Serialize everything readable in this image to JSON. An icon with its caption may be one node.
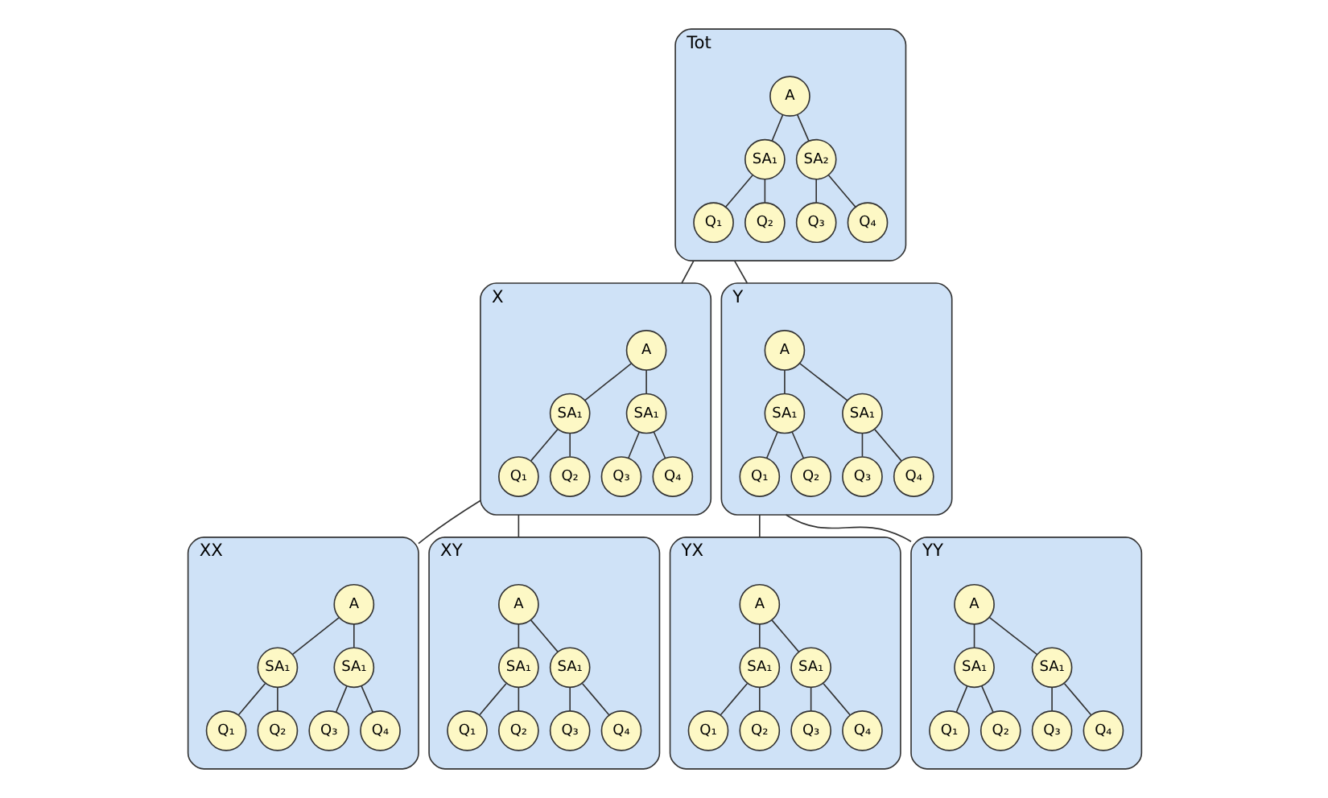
{
  "diagram": {
    "nodes": [
      {
        "text": [
          "Tot"
        ]
      },
      {
        "text": [
          "A"
        ],
        "in": 0
      },
      {
        "text": [
          "SA₁"
        ],
        "in": 0
      },
      {
        "text": [
          "SA₂"
        ],
        "in": 0
      },
      {
        "text": [
          "Q₁"
        ],
        "in": 0
      },
      {
        "text": [
          "Q₂"
        ],
        "in": 0
      },
      {
        "text": [
          "Q₃"
        ],
        "in": 0
      },
      {
        "text": [
          "Q₄"
        ],
        "in": 0
      },
      {
        "text": [
          "X"
        ]
      },
      {
        "text": [
          "A"
        ],
        "in": 8
      },
      {
        "text": [
          "SA₁"
        ],
        "in": 8
      },
      {
        "text": [
          "SA₁"
        ],
        "in": 8
      },
      {
        "text": [
          "Q₁"
        ],
        "in": 8
      },
      {
        "text": [
          "Q₂"
        ],
        "in": 8
      },
      {
        "text": [
          "Q₃"
        ],
        "in": 8
      },
      {
        "text": [
          "Q₄"
        ],
        "in": 8
      },
      {
        "text": [
          "Y"
        ]
      },
      {
        "text": [
          "A"
        ],
        "in": 16
      },
      {
        "text": [
          "SA₁"
        ],
        "in": 16
      },
      {
        "text": [
          "SA₁"
        ],
        "in": 16
      },
      {
        "text": [
          "Q₁"
        ],
        "in": 16
      },
      {
        "text": [
          "Q₂"
        ],
        "in": 16
      },
      {
        "text": [
          "Q₃"
        ],
        "in": 16
      },
      {
        "text": [
          "Q₄"
        ],
        "in": 16
      },
      {
        "text": [
          "XX"
        ]
      },
      {
        "text": [
          "A"
        ],
        "in": 24
      },
      {
        "text": [
          "SA₁"
        ],
        "in": 24
      },
      {
        "text": [
          "SA₁"
        ],
        "in": 24
      },
      {
        "text": [
          "Q₁"
        ],
        "in": 24
      },
      {
        "text": [
          "Q₂"
        ],
        "in": 24
      },
      {
        "text": [
          "Q₃"
        ],
        "in": 24
      },
      {
        "text": [
          "Q₄"
        ],
        "in": 24
      },
      {
        "text": [
          "XY"
        ]
      },
      {
        "text": [
          "A"
        ],
        "in": 32
      },
      {
        "text": [
          "SA₁"
        ],
        "in": 32
      },
      {
        "text": [
          "SA₁"
        ],
        "in": 32
      },
      {
        "text": [
          "Q₁"
        ],
        "in": 32
      },
      {
        "text": [
          "Q₂"
        ],
        "in": 32
      },
      {
        "text": [
          "Q₃"
        ],
        "in": 32
      },
      {
        "text": [
          "Q₄"
        ],
        "in": 32
      },
      {
        "text": [
          "YX"
        ]
      },
      {
        "text": [
          "A"
        ],
        "in": 40
      },
      {
        "text": [
          "SA₁"
        ],
        "in": 40
      },
      {
        "text": [
          "SA₁"
        ],
        "in": 40
      },
      {
        "text": [
          "Q₁"
        ],
        "in": 40
      },
      {
        "text": [
          "Q₂"
        ],
        "in": 40
      },
      {
        "text": [
          "Q₃"
        ],
        "in": 40
      },
      {
        "text": [
          "Q₄"
        ],
        "in": 40
      },
      {
        "text": [
          "YY"
        ]
      },
      {
        "text": [
          "A"
        ],
        "in": 48
      },
      {
        "text": [
          "SA₁"
        ],
        "in": 48
      },
      {
        "text": [
          "SA₁"
        ],
        "in": 48
      },
      {
        "text": [
          "Q₁"
        ],
        "in": 48
      },
      {
        "text": [
          "Q₂"
        ],
        "in": 48
      },
      {
        "text": [
          "Q₃"
        ],
        "in": 48
      },
      {
        "text": [
          "Q₄"
        ],
        "in": 48
      }
    ],
    "edges": [
      {
        "from": 1,
        "to": 2,
        "arrow": "none"
      },
      {
        "from": 1,
        "to": 3,
        "arrow": "none"
      },
      {
        "from": 2,
        "to": 4,
        "arrow": "none"
      },
      {
        "from": 2,
        "to": 5,
        "arrow": "none"
      },
      {
        "from": 3,
        "to": 6,
        "arrow": "none"
      },
      {
        "from": 3,
        "to": 7,
        "arrow": "none"
      },
      {
        "from": 0,
        "to": 8,
        "arrow": "none"
      },
      {
        "from": 0,
        "to": 16,
        "arrow": "none"
      },
      {
        "from": 9,
        "to": 10,
        "arrow": "none"
      },
      {
        "from": 9,
        "to": 11,
        "arrow": "none"
      },
      {
        "from": 10,
        "to": 12,
        "arrow": "none"
      },
      {
        "from": 10,
        "to": 13,
        "arrow": "none"
      },
      {
        "from": 11,
        "to": 14,
        "arrow": "none"
      },
      {
        "from": 11,
        "to": 15,
        "arrow": "none"
      },
      {
        "from": 17,
        "to": 18,
        "arrow": "none"
      },
      {
        "from": 17,
        "to": 19,
        "arrow": "none"
      },
      {
        "from": 18,
        "to": 20,
        "arrow": "none"
      },
      {
        "from": 18,
        "to": 21,
        "arrow": "none"
      },
      {
        "from": 19,
        "to": 22,
        "arrow": "none"
      },
      {
        "from": 19,
        "to": 23,
        "arrow": "none"
      },
      {
        "from": 8,
        "to": 24,
        "arrow": "none"
      },
      {
        "from": 8,
        "to": 32,
        "arrow": "none"
      },
      {
        "from": 16,
        "to": 40,
        "arrow": "none"
      },
      {
        "from": 16,
        "to": 48,
        "arrow": "none"
      },
      {
        "from": 25,
        "to": 26,
        "arrow": "none"
      },
      {
        "from": 25,
        "to": 27,
        "arrow": "none"
      },
      {
        "from": 26,
        "to": 28,
        "arrow": "none"
      },
      {
        "from": 26,
        "to": 29,
        "arrow": "none"
      },
      {
        "from": 27,
        "to": 30,
        "arrow": "none"
      },
      {
        "from": 27,
        "to": 31,
        "arrow": "none"
      },
      {
        "from": 33,
        "to": 34,
        "arrow": "none"
      },
      {
        "from": 33,
        "to": 35,
        "arrow": "none"
      },
      {
        "from": 34,
        "to": 36,
        "arrow": "none"
      },
      {
        "from": 34,
        "to": 37,
        "arrow": "none"
      },
      {
        "from": 35,
        "to": 38,
        "arrow": "none"
      },
      {
        "from": 35,
        "to": 39,
        "arrow": "none"
      },
      {
        "from": 41,
        "to": 42,
        "arrow": "none"
      },
      {
        "from": 41,
        "to": 43,
        "arrow": "none"
      },
      {
        "from": 42,
        "to": 44,
        "arrow": "none"
      },
      {
        "from": 42,
        "to": 45,
        "arrow": "none"
      },
      {
        "from": 43,
        "to": 46,
        "arrow": "none"
      },
      {
        "from": 43,
        "to": 47,
        "arrow": "none"
      },
      {
        "from": 49,
        "to": 50,
        "arrow": "none"
      },
      {
        "from": 49,
        "to": 51,
        "arrow": "none"
      },
      {
        "from": 50,
        "to": 52,
        "arrow": "none"
      },
      {
        "from": 50,
        "to": 53,
        "arrow": "none"
      },
      {
        "from": 51,
        "to": 54,
        "arrow": "none"
      },
      {
        "from": 51,
        "to": 55,
        "arrow": "none"
      }
    ]
  }
}
